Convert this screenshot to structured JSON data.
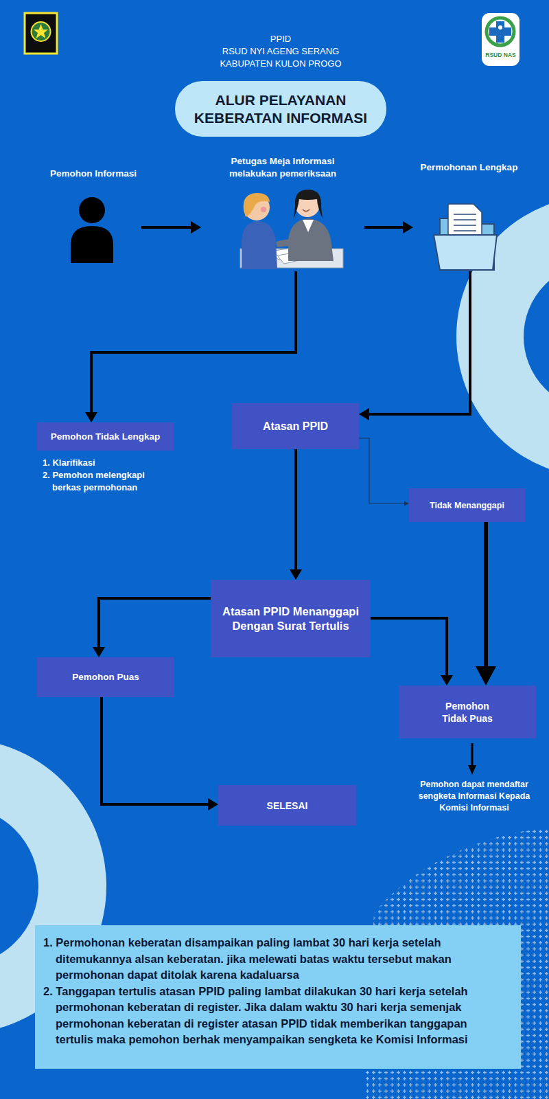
{
  "diagram": {
    "title": "ALUR PELAYANAN KEBERATAN INFORMASI",
    "nodes": [
      {
        "text": [
          "Pemohon Informasi"
        ]
      },
      {
        "text": [
          "Petugas Meja Informasi melakukan pemeriksaan"
        ]
      },
      {
        "text": [
          "Permohonan Lengkap"
        ]
      },
      {
        "text": [
          "Pemohon Tidak Lengkap",
          "1. Klarifikasi",
          "2. Pemohon melengkapi berkas permohonan"
        ]
      },
      {
        "text": [
          "Atasan PPID"
        ]
      },
      {
        "text": [
          "Tidak Menanggapi"
        ]
      },
      {
        "text": [
          "Atasan PPID Menanggapi Dengan Surat Tertulis"
        ]
      },
      {
        "text": [
          "Pemohon Puas"
        ]
      },
      {
        "text": [
          "Pemohon Tidak Puas"
        ]
      },
      {
        "text": [
          "SELESAI"
        ]
      },
      {
        "text": [
          "1. Permohonan keberatan disampaikan paling lambat 30 hari kerja setelah ditemukannya alsan keberatan. jika melewati batas waktu tersebut makan permohonan dapat ditolak karena kadaluarsa",
          "2. Tanggapan tertulis atasan PPID paling lambat dilakukan 30 hari kerja setelah permohonan keberatan di register. Jika dalam waktu 30 hari kerja semenjak permohonan keberatan di register atasan PPID tidak memberikan tanggapan tertulis maka pemohon berhak menyampaikan sengketa ke Komisi Informasi"
        ]
      }
    ],
    "edges": [
      {
        "from": 0,
        "to": 1,
        "arrow": "to"
      },
      {
        "from": 1,
        "to": 2,
        "arrow": "to"
      },
      {
        "from": 1,
        "to": 3,
        "arrow": "to"
      },
      {
        "from": 2,
        "to": 4,
        "arrow": "to"
      },
      {
        "from": 4,
        "to": 5,
        "arrow": "to"
      },
      {
        "from": 4,
        "to": 6,
        "arrow": "to"
      },
      {
        "from": 5,
        "to": 8,
        "arrow": "to"
      },
      {
        "from": 6,
        "to": 7,
        "arrow": "to"
      },
      {
        "from": 6,
        "to": 8,
        "arrow": "to"
      },
      {
        "from": 7,
        "to": 9,
        "arrow": "to"
      }
    ],
    "labels": [
      "PPID",
      "RSUD NYI AGENG SERANG",
      "KABUPATEN KULON PROGO",
      "RSUD NAS",
      "Pemohon dapat mendaftar sengketa Informasi Kepada Komisi Informasi"
    ]
  }
}
